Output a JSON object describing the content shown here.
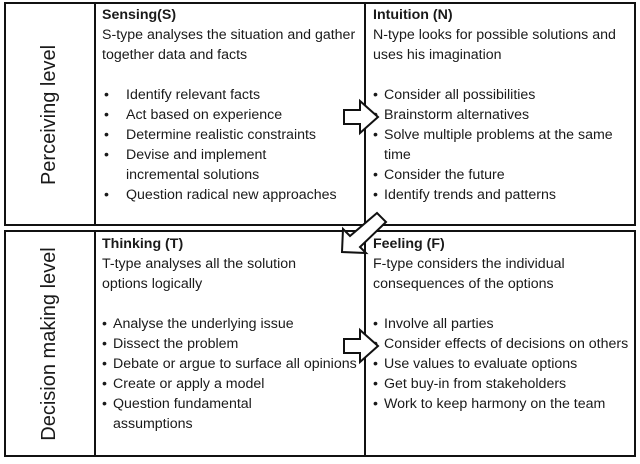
{
  "levels": {
    "top": "Perceiving level",
    "bottom": "Decision making level"
  },
  "quadrants": {
    "sensing": {
      "title": "Sensing(S)",
      "description": "S-type analyses the situation and gather together data and facts",
      "items": [
        "Identify relevant facts",
        "Act based on experience",
        "Determine realistic constraints",
        "Devise and implement incremental solutions",
        "Question radical new approaches"
      ]
    },
    "intuition": {
      "title": "Intuition (N)",
      "description": "N-type looks for possible solutions and uses his imagination",
      "items": [
        "Consider all possibilities",
        "Brainstorm alternatives",
        "Solve multiple problems at the same time",
        "Consider the future",
        "Identify trends and patterns"
      ]
    },
    "thinking": {
      "title": "Thinking (T)",
      "description": "T-type analyses all the solution options logically",
      "items": [
        "Analyse the underlying issue",
        "Dissect the problem",
        "Debate or argue to surface all opinions",
        "Create or apply a model",
        "Question fundamental assumptions"
      ]
    },
    "feeling": {
      "title": "Feeling (F)",
      "description": "F-type considers the individual consequences of the options",
      "items": [
        "Involve all parties",
        "Consider effects of decisions on others",
        "Use values to evaluate options",
        "Get buy-in from stakeholders",
        "Work to keep harmony on the team"
      ]
    }
  },
  "colors": {
    "border": "#111111",
    "text": "#1a1a1a",
    "background": "#ffffff"
  }
}
